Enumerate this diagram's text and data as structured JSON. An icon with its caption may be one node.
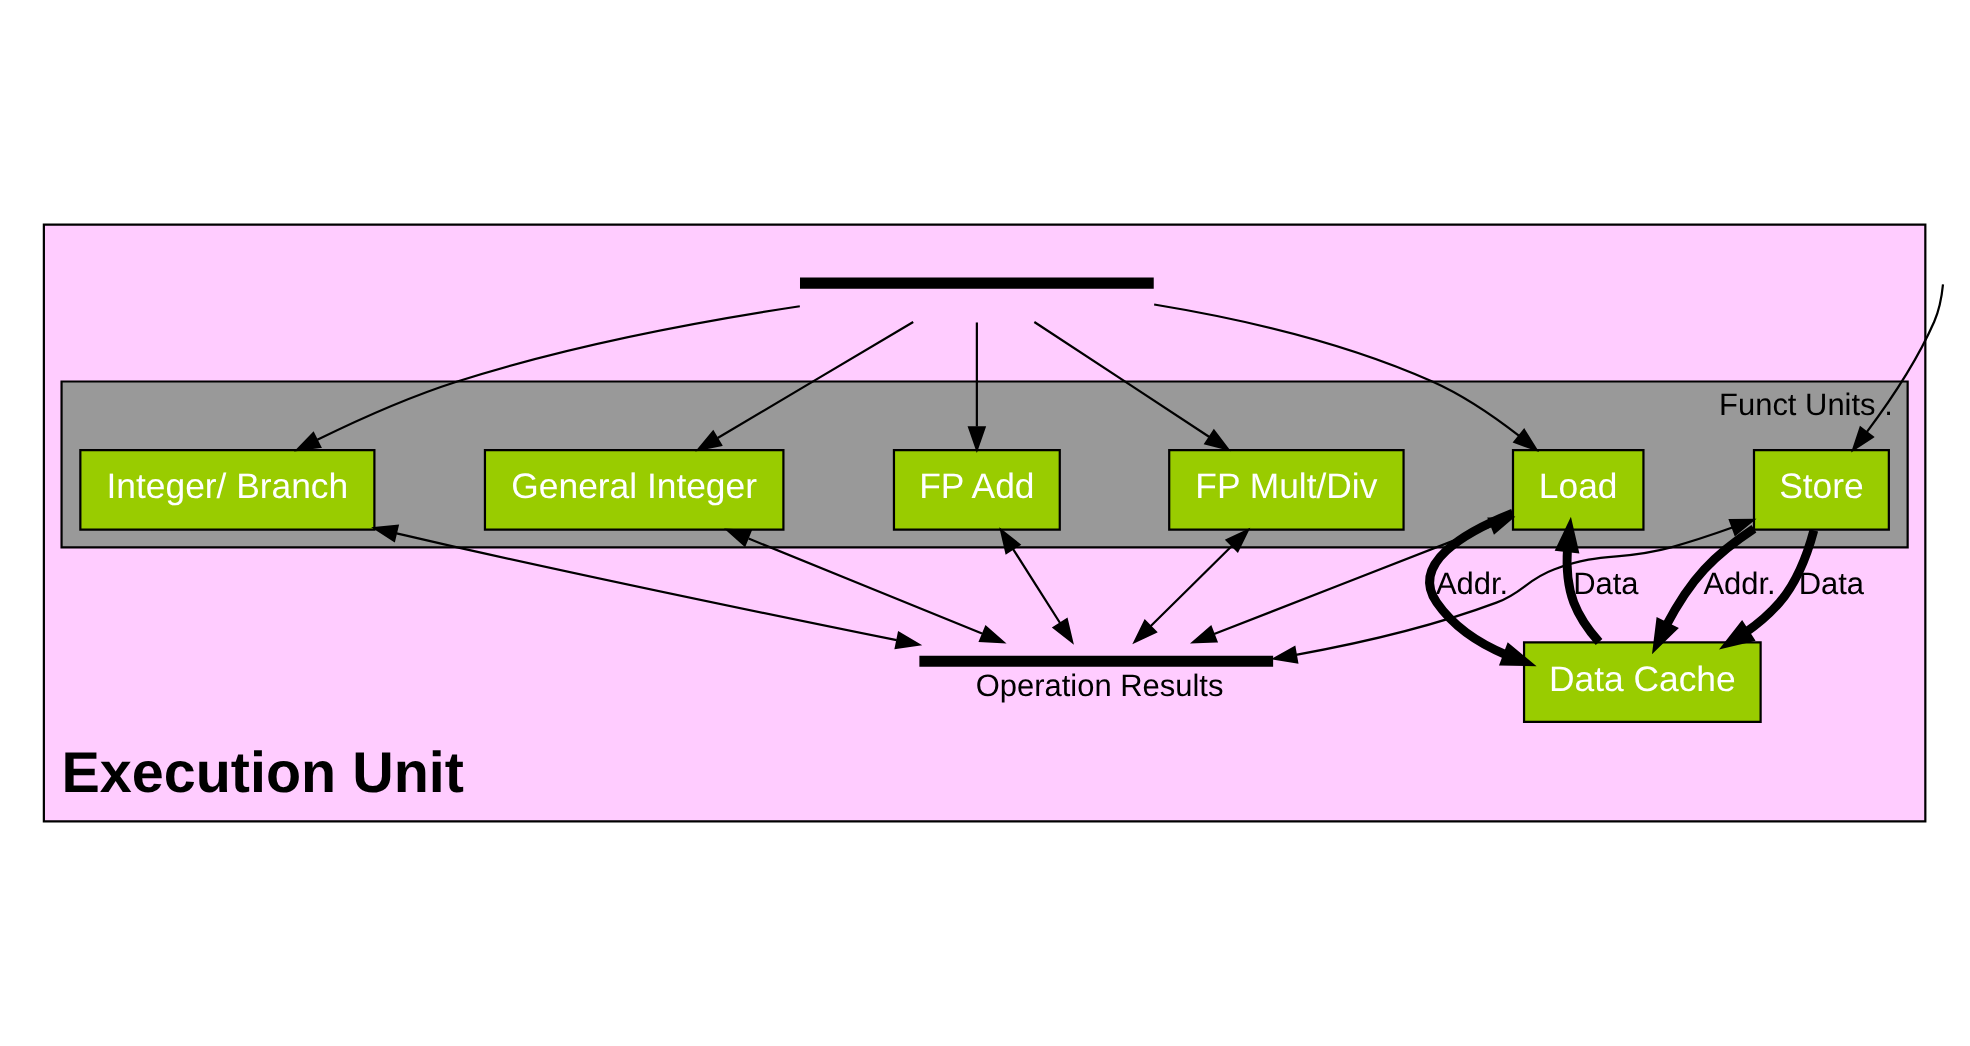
{
  "diagram": {
    "nodes": [
      {
        "text": [
          "Execution Unit"
        ]
      },
      {
        "text": [],
        "shape": "bar",
        "in": 0
      },
      {
        "text": [
          "Funct Units ."
        ],
        "in": 0
      },
      {
        "text": [
          "Integer/ Branch"
        ],
        "in": 2
      },
      {
        "text": [
          "General Integer"
        ],
        "in": 2
      },
      {
        "text": [
          "FP Add"
        ],
        "in": 2
      },
      {
        "text": [
          "FP Mult/Div"
        ],
        "in": 2
      },
      {
        "text": [
          "Load"
        ],
        "in": 2
      },
      {
        "text": [
          "Store"
        ],
        "in": 2
      },
      {
        "text": [],
        "shape": "bar",
        "beside": [
          "Operation Results"
        ],
        "in": 0
      },
      {
        "text": [
          "Data Cache"
        ],
        "in": 0
      }
    ],
    "edges": [
      {
        "from": 1,
        "to": 3,
        "arrow": "to"
      },
      {
        "from": 1,
        "to": 4,
        "arrow": "to"
      },
      {
        "from": 1,
        "to": 5,
        "arrow": "to"
      },
      {
        "from": 1,
        "to": 6,
        "arrow": "to"
      },
      {
        "from": 1,
        "to": 7,
        "arrow": "to"
      },
      {
        "from": null,
        "to": 8,
        "arrow": "to"
      },
      {
        "from": 3,
        "to": 9,
        "arrow": "both"
      },
      {
        "from": 4,
        "to": 9,
        "arrow": "both"
      },
      {
        "from": 5,
        "to": 9,
        "arrow": "both"
      },
      {
        "from": 6,
        "to": 9,
        "arrow": "both"
      },
      {
        "from": 7,
        "to": 9,
        "arrow": "both"
      },
      {
        "from": 8,
        "to": 9,
        "arrow": "both"
      },
      {
        "from": 7,
        "to": 10,
        "arrow": "to",
        "label": "Addr.",
        "style": "thick"
      },
      {
        "from": 10,
        "to": 7,
        "arrow": "to",
        "label": "Data",
        "style": "thick"
      },
      {
        "from": 8,
        "to": 10,
        "arrow": "to",
        "label": "Addr.",
        "style": "thick"
      },
      {
        "from": 8,
        "to": 10,
        "arrow": "to",
        "label": "Data",
        "style": "thick"
      }
    ]
  }
}
